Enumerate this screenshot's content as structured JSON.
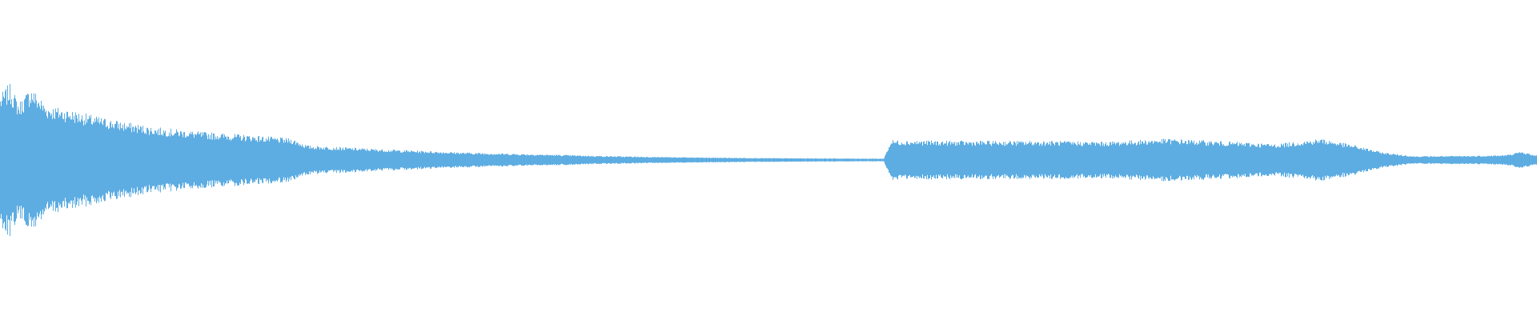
{
  "waveform": {
    "color": "#5dade2",
    "background": "#ffffff",
    "style": "audio-waveform-mirrored-peaks",
    "amplitude_envelope": [
      [
        0.0,
        0.85
      ],
      [
        0.006,
        1.0
      ],
      [
        0.012,
        0.75
      ],
      [
        0.02,
        0.96
      ],
      [
        0.03,
        0.72
      ],
      [
        0.045,
        0.66
      ],
      [
        0.06,
        0.58
      ],
      [
        0.08,
        0.5
      ],
      [
        0.1,
        0.43
      ],
      [
        0.13,
        0.37
      ],
      [
        0.16,
        0.33
      ],
      [
        0.19,
        0.28
      ],
      [
        0.2,
        0.19
      ],
      [
        0.25,
        0.14
      ],
      [
        0.3,
        0.1
      ],
      [
        0.35,
        0.075
      ],
      [
        0.4,
        0.05
      ],
      [
        0.45,
        0.035
      ],
      [
        0.5,
        0.025
      ],
      [
        0.55,
        0.02
      ],
      [
        0.575,
        0.018
      ],
      [
        0.58,
        0.26
      ],
      [
        0.62,
        0.25
      ],
      [
        0.68,
        0.25
      ],
      [
        0.72,
        0.24
      ],
      [
        0.76,
        0.28
      ],
      [
        0.8,
        0.24
      ],
      [
        0.83,
        0.21
      ],
      [
        0.86,
        0.28
      ],
      [
        0.88,
        0.2
      ],
      [
        0.9,
        0.1
      ],
      [
        0.92,
        0.05
      ],
      [
        0.96,
        0.055
      ],
      [
        0.98,
        0.065
      ],
      [
        0.99,
        0.11
      ],
      [
        1.0,
        0.06
      ]
    ]
  }
}
